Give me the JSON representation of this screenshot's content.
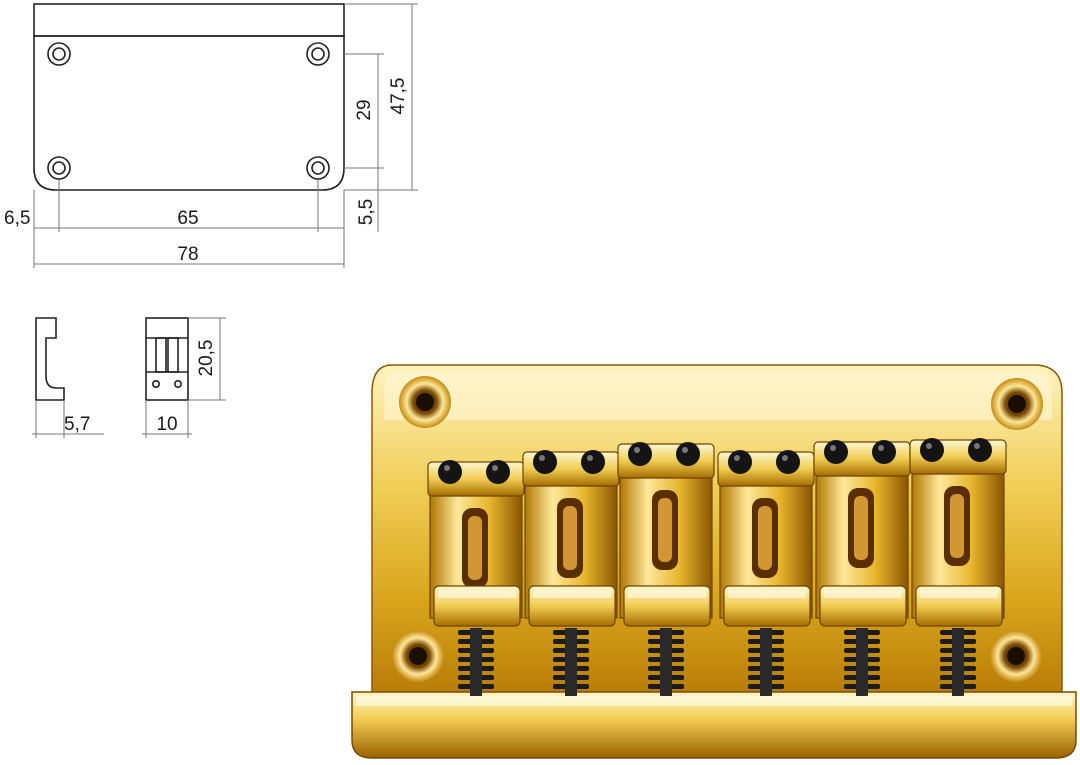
{
  "drawing": {
    "dimensions": {
      "height_total": "47,5",
      "hole_spacing_v": "29",
      "offset_bottom": "5,5",
      "offset_left": "6,5",
      "hole_spacing_h": "65",
      "width_total": "78",
      "side_depth": "5,7",
      "saddle_width": "10",
      "saddle_height": "20,5"
    }
  },
  "colors": {
    "gold_light": "#fff1b0",
    "gold_mid": "#e0b021",
    "gold_dark": "#7a4a00",
    "line": "#222222"
  }
}
